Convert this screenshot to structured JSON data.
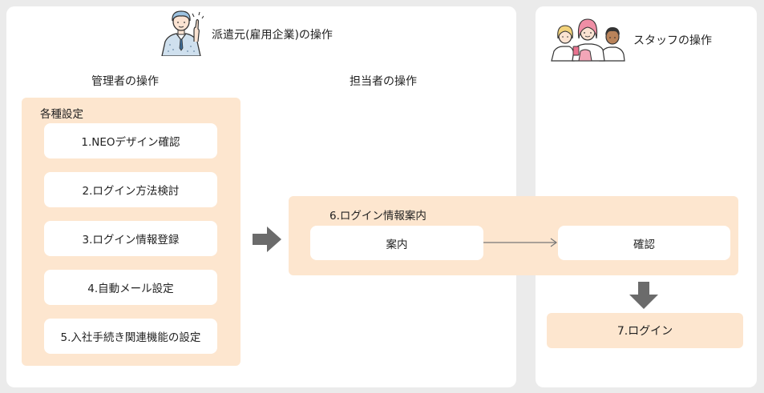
{
  "dispatcher": {
    "title": "派遣元(雇用企業)の操作",
    "admin_title": "管理者の操作",
    "manager_title": "担当者の操作",
    "settings_group": {
      "title": "各種設定",
      "steps": [
        "1.NEOデザイン確認",
        "2.ログイン方法検討",
        "3.ログイン情報登録",
        "4.自動メール設定",
        "5.入社手続き関連機能の設定"
      ]
    }
  },
  "staff": {
    "title": "スタッフの操作"
  },
  "login_info_group": {
    "title": "6.ログイン情報案内",
    "guide_label": "案内",
    "confirm_label": "確認"
  },
  "final_step": {
    "label": "7.ログイン"
  },
  "colors": {
    "background": "#ebebeb",
    "panel": "#ffffff",
    "accent_peach": "#fde6cf",
    "arrow_gray": "#6b6b6b"
  },
  "icons": {
    "dispatcher": "businessman-pointing-icon",
    "staff": "staff-group-icon",
    "flow_arrow": "thick-right-arrow-icon",
    "down_arrow": "thick-down-arrow-icon",
    "connector": "thin-right-arrow-icon"
  }
}
